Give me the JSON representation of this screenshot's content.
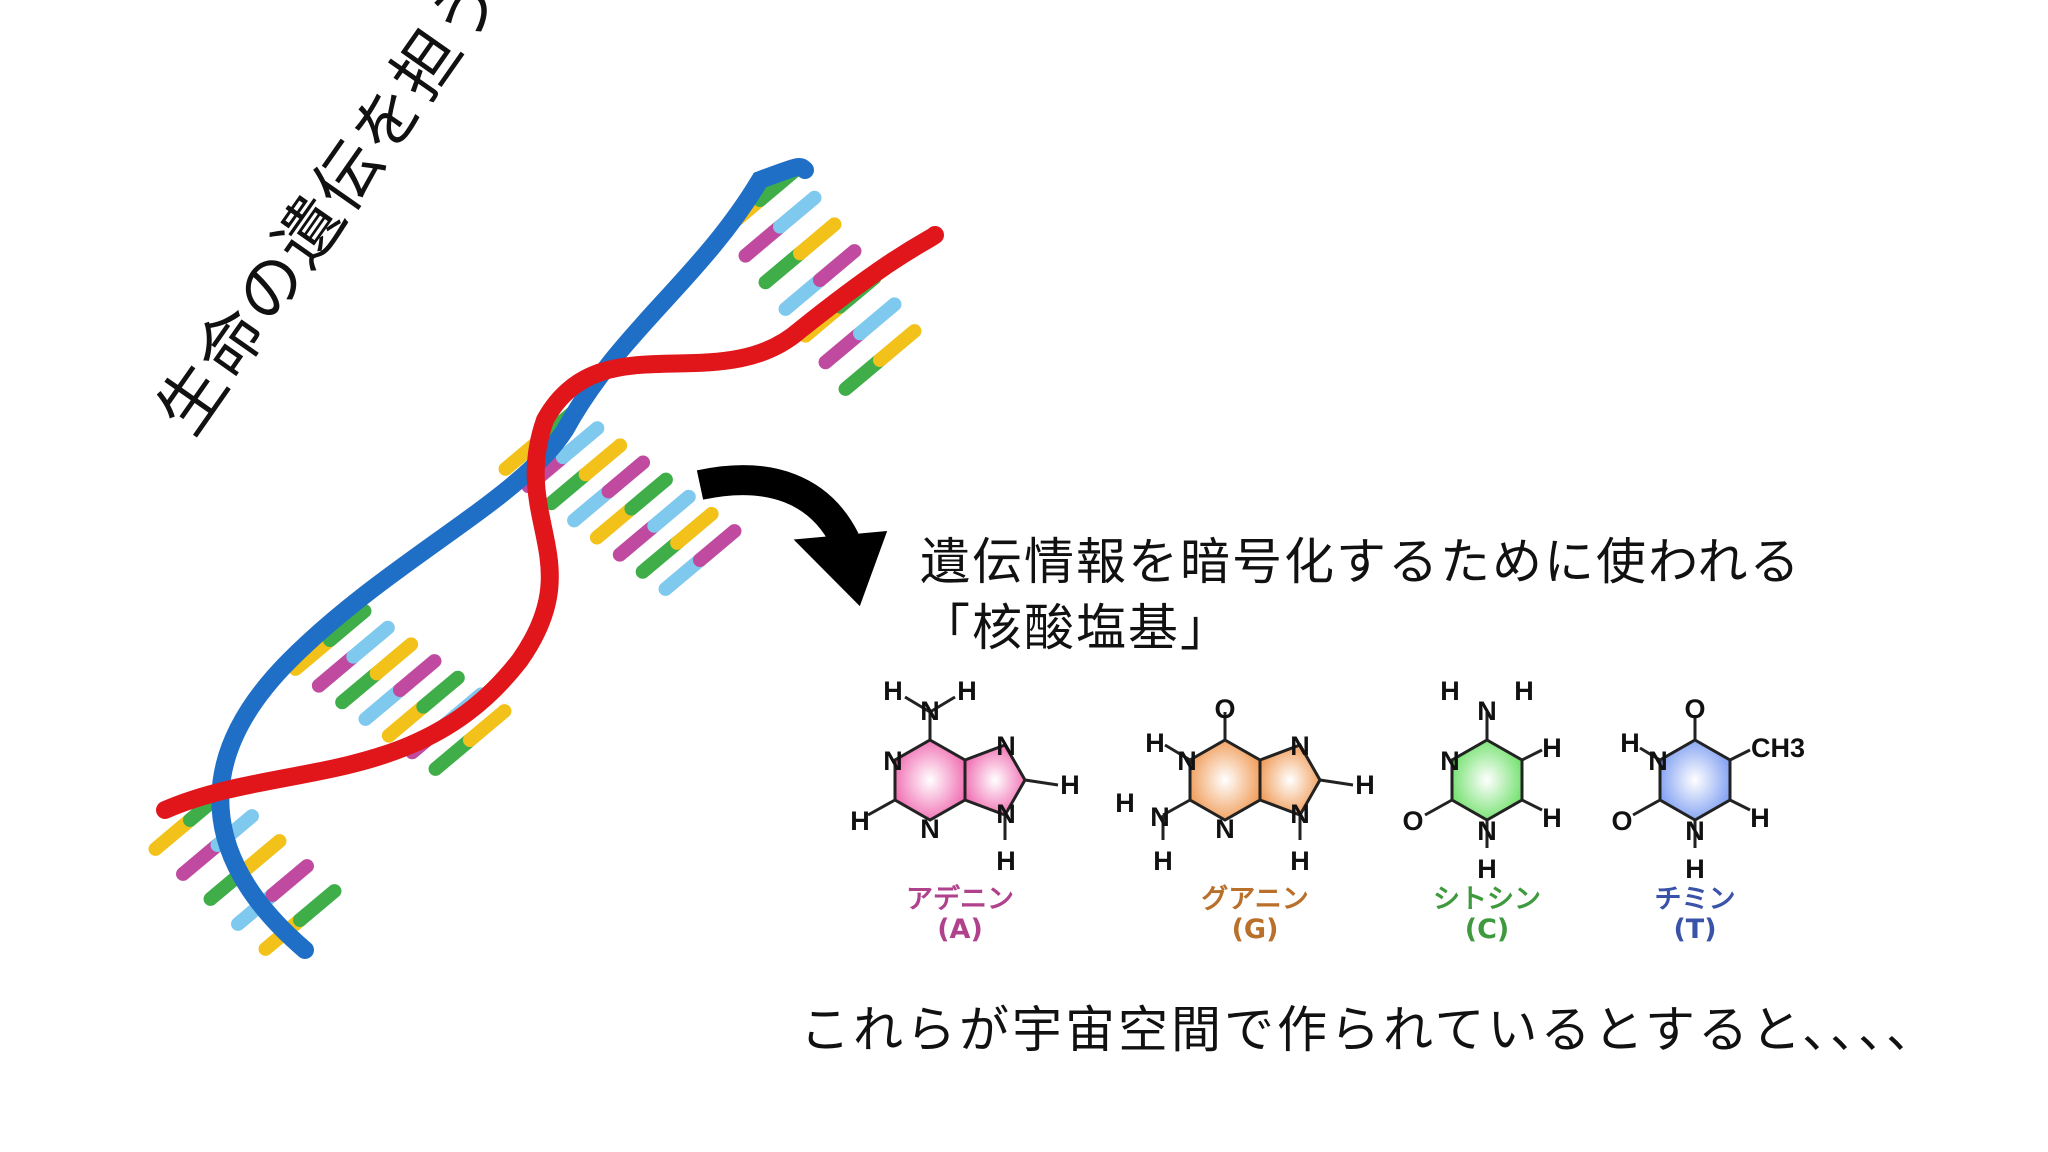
{
  "title": "生命の遺伝を担うDNA",
  "caption_line1": "遺伝情報を暗号化するために使われる",
  "caption_line2": "「核酸塩基」",
  "bottom_text": "これらが宇宙空間で作られているとすると、、、、",
  "bases": [
    {
      "name": "アデニン",
      "symbol": "(A)",
      "color": "#b0418c",
      "ring_color": "#f06ab0"
    },
    {
      "name": "グアニン",
      "symbol": "(G)",
      "color": "#b8702a",
      "ring_color": "#f09a55"
    },
    {
      "name": "シトシン",
      "symbol": "(C)",
      "color": "#3f9a3f",
      "ring_color": "#6fe06a"
    },
    {
      "name": "チミン",
      "symbol": "(T)",
      "color": "#3a53a8",
      "ring_color": "#7d9df2"
    }
  ],
  "atoms": {
    "H": "H",
    "N": "N",
    "O": "O",
    "CH3": "CH3"
  },
  "colors": {
    "strand_red": "#e0161b",
    "strand_blue": "#1f6fc6",
    "rung_palette": [
      "#f2c21a",
      "#bf4aa0",
      "#3fae49",
      "#7fc8ee"
    ]
  }
}
